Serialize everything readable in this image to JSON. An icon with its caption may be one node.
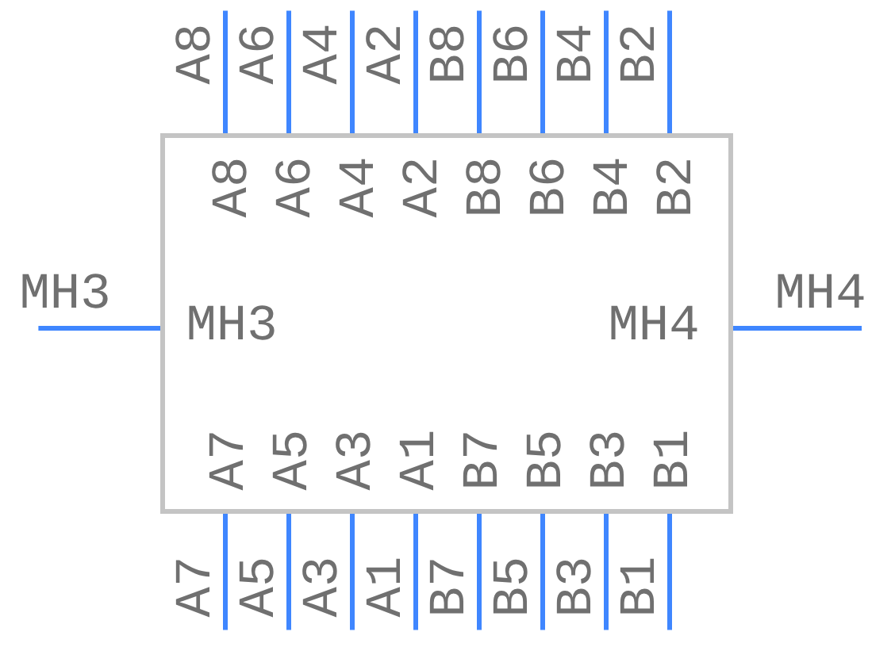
{
  "diagram": {
    "nodes": [
      {
        "text": [],
        "shape": "box"
      },
      {
        "text": [
          "A8"
        ],
        "in": 0
      },
      {
        "text": [
          "A6"
        ],
        "in": 0
      },
      {
        "text": [
          "A4"
        ],
        "in": 0
      },
      {
        "text": [
          "A2"
        ],
        "in": 0
      },
      {
        "text": [
          "B8"
        ],
        "in": 0
      },
      {
        "text": [
          "B6"
        ],
        "in": 0
      },
      {
        "text": [
          "B4"
        ],
        "in": 0
      },
      {
        "text": [
          "B2"
        ],
        "in": 0
      },
      {
        "text": [
          "MH3"
        ],
        "in": 0
      },
      {
        "text": [
          "MH4"
        ],
        "in": 0
      },
      {
        "text": [
          "A7"
        ],
        "in": 0
      },
      {
        "text": [
          "A5"
        ],
        "in": 0
      },
      {
        "text": [
          "A3"
        ],
        "in": 0
      },
      {
        "text": [
          "A1"
        ],
        "in": 0
      },
      {
        "text": [
          "B7"
        ],
        "in": 0
      },
      {
        "text": [
          "B5"
        ],
        "in": 0
      },
      {
        "text": [
          "B3"
        ],
        "in": 0
      },
      {
        "text": [
          "B1"
        ],
        "in": 0
      },
      {
        "text": [
          "A8"
        ]
      },
      {
        "text": [
          "A6"
        ]
      },
      {
        "text": [
          "A4"
        ]
      },
      {
        "text": [
          "A2"
        ]
      },
      {
        "text": [
          "B8"
        ]
      },
      {
        "text": [
          "B6"
        ]
      },
      {
        "text": [
          "B4"
        ]
      },
      {
        "text": [
          "B2"
        ]
      },
      {
        "text": [
          "MH3"
        ]
      },
      {
        "text": [
          "MH4"
        ]
      },
      {
        "text": [
          "A7"
        ]
      },
      {
        "text": [
          "A5"
        ]
      },
      {
        "text": [
          "A3"
        ]
      },
      {
        "text": [
          "A1"
        ]
      },
      {
        "text": [
          "B7"
        ]
      },
      {
        "text": [
          "B5"
        ]
      },
      {
        "text": [
          "B3"
        ]
      },
      {
        "text": [
          "B1"
        ]
      }
    ],
    "edges": [
      {
        "from": 19,
        "to": 0,
        "arrow": "none"
      },
      {
        "from": 20,
        "to": 0,
        "arrow": "none"
      },
      {
        "from": 21,
        "to": 0,
        "arrow": "none"
      },
      {
        "from": 22,
        "to": 0,
        "arrow": "none"
      },
      {
        "from": 23,
        "to": 0,
        "arrow": "none"
      },
      {
        "from": 24,
        "to": 0,
        "arrow": "none"
      },
      {
        "from": 25,
        "to": 0,
        "arrow": "none"
      },
      {
        "from": 26,
        "to": 0,
        "arrow": "none"
      },
      {
        "from": 27,
        "to": 0,
        "arrow": "none"
      },
      {
        "from": 28,
        "to": 0,
        "arrow": "none"
      },
      {
        "from": 29,
        "to": 0,
        "arrow": "none"
      },
      {
        "from": 30,
        "to": 0,
        "arrow": "none"
      },
      {
        "from": 31,
        "to": 0,
        "arrow": "none"
      },
      {
        "from": 32,
        "to": 0,
        "arrow": "none"
      },
      {
        "from": 33,
        "to": 0,
        "arrow": "none"
      },
      {
        "from": 34,
        "to": 0,
        "arrow": "none"
      },
      {
        "from": 35,
        "to": 0,
        "arrow": "none"
      },
      {
        "from": 36,
        "to": 0,
        "arrow": "none"
      }
    ]
  }
}
